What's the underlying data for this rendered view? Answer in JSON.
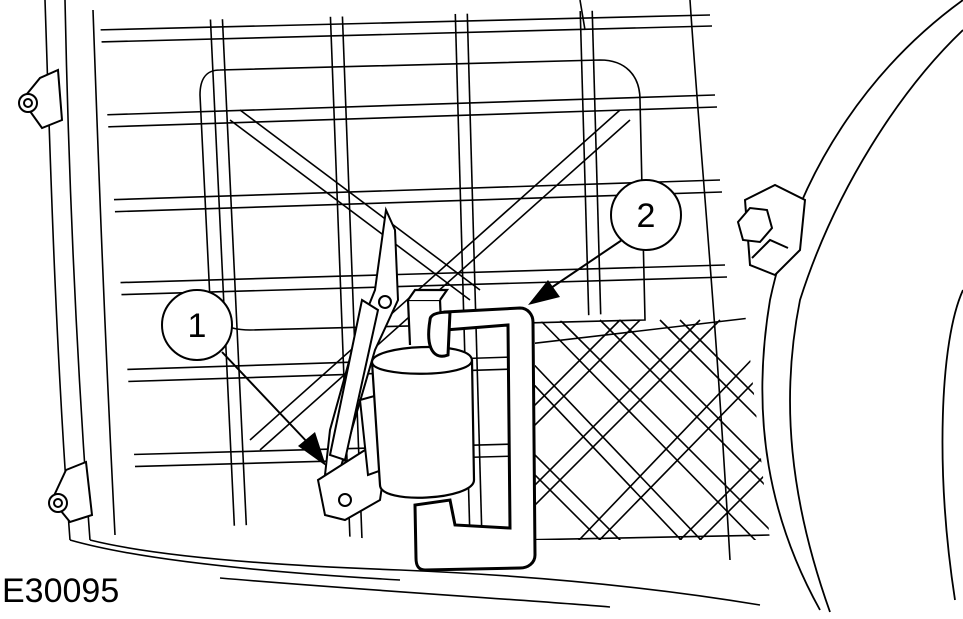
{
  "figure": {
    "code": "E30095",
    "colors": {
      "line": "#000000",
      "background": "#ffffff"
    }
  },
  "callouts": [
    {
      "label": "1"
    },
    {
      "label": "2"
    }
  ]
}
